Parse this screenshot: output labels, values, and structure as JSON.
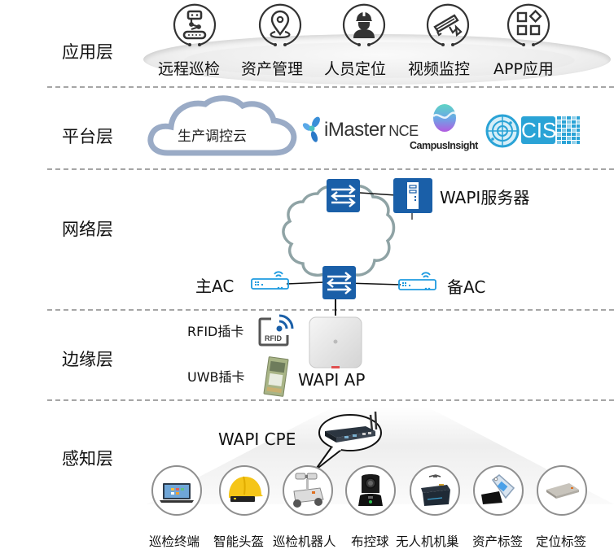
{
  "layers": {
    "application": {
      "label": "应用层",
      "items": [
        {
          "label": "远程巡检",
          "icon": "robot-conveyor-icon"
        },
        {
          "label": "资产管理",
          "icon": "location-pin-icon"
        },
        {
          "label": "人员定位",
          "icon": "worker-helmet-icon"
        },
        {
          "label": "视频监控",
          "icon": "cctv-camera-icon"
        },
        {
          "label": "APP应用",
          "icon": "app-grid-icon"
        }
      ]
    },
    "platform": {
      "label": "平台层",
      "cloud_label": "生产调控云",
      "logos": {
        "imaster": {
          "main": "iMaster",
          "suffix": "NCE"
        },
        "campus": "CampusInsight",
        "cis": "CIS"
      }
    },
    "network": {
      "label": "网络层",
      "server_label": "WAPI服务器",
      "primary_ac": "主AC",
      "backup_ac": "备AC"
    },
    "edge": {
      "label": "边缘层",
      "rfid_label": "RFID插卡",
      "rfid_badge": "RFID",
      "uwb_label": "UWB插卡",
      "ap_label": "WAPI AP"
    },
    "perception": {
      "label": "感知层",
      "cpe_label": "WAPI CPE",
      "devices": [
        {
          "label": "巡检终端"
        },
        {
          "label": "智能头盔"
        },
        {
          "label": "巡检机器人"
        },
        {
          "label": "布控球"
        },
        {
          "label": "无人机机巢"
        },
        {
          "label": "资产标签"
        },
        {
          "label": "定位标签"
        }
      ]
    }
  },
  "colors": {
    "switch_blue": "#1a5fa8",
    "ac_blue": "#1e9be0",
    "cloud_stroke": "#9aabc6",
    "net_cloud_stroke": "#8fa3a5",
    "divider": "#a6a6a6",
    "cis_blue": "#2aa3d6"
  }
}
